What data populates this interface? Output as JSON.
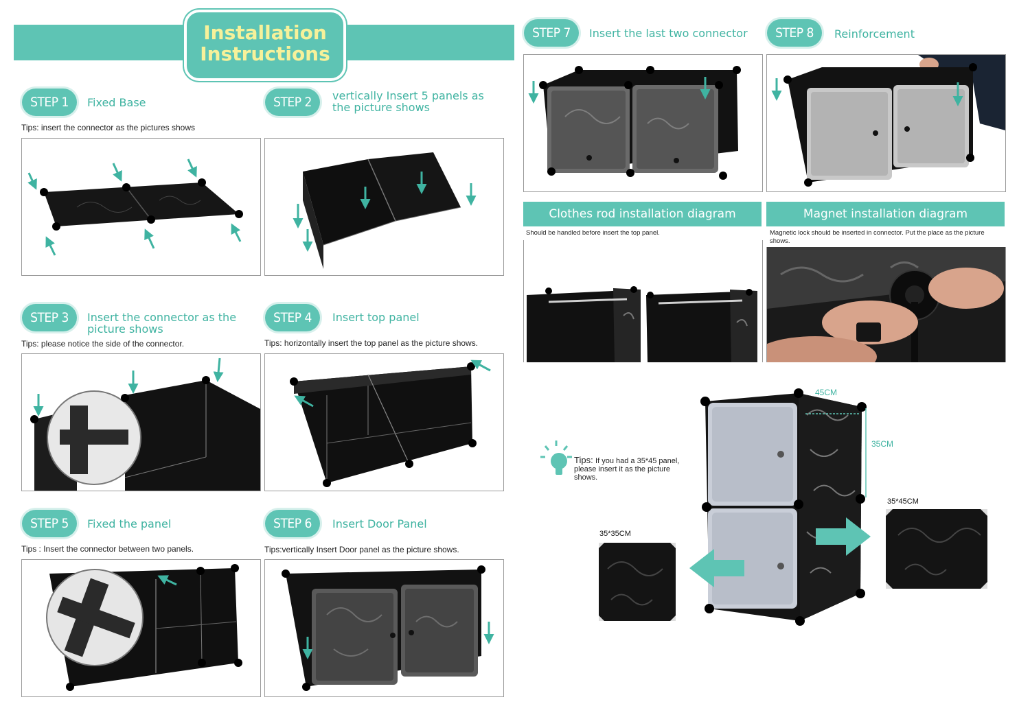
{
  "header": {
    "title_line1": "Installation",
    "title_line2": "Instructions"
  },
  "steps": [
    {
      "badge": "STEP 1",
      "title": "Fixed Base",
      "tip": "Tips: insert the connector as the pictures shows"
    },
    {
      "badge": "STEP 2",
      "title_line1": "vertically Insert 5 panels as",
      "title_line2": "the picture shows"
    },
    {
      "badge": "STEP 3",
      "title_line1": "Insert the connector as the",
      "title_line2": "picture shows",
      "tip": "Tips:  please notice the side of the connector."
    },
    {
      "badge": "STEP 4",
      "title": "Insert top panel",
      "tip": "Tips: horizontally insert the top panel as the picture shows."
    },
    {
      "badge": "STEP 5",
      "title": "Fixed the panel",
      "tip": "Tips : Insert the connector between two panels."
    },
    {
      "badge": "STEP 6",
      "title": "Insert Door Panel",
      "tip": "Tips:vertically Insert Door panel as the picture shows."
    },
    {
      "badge": "STEP 7",
      "title": "Insert the last two connector"
    },
    {
      "badge": "STEP 8",
      "title": "Reinforcement"
    }
  ],
  "clothes_rod": {
    "title": "Clothes rod installation diagram",
    "tip": "Should be handled before insert the top panel."
  },
  "magnet": {
    "title": "Magnet installation diagram",
    "tip": "Magnetic lock should be inserted in connector. Put the place as the picture shows."
  },
  "size_tips": {
    "tips_label": "Tips:",
    "tips_text_line1": "If you had a 35*45 panel,",
    "tips_text_line2": "please insert it as the picture",
    "tips_text_line3": "shows.",
    "dim_width": "45CM",
    "dim_height": "35CM",
    "panel_large": "35*45CM",
    "panel_small": "35*35CM"
  },
  "colors": {
    "accent": "#5ec4b4",
    "title_yellow": "#f7f19a",
    "step_text": "#3fb3a1",
    "cube_black": "#141414"
  }
}
